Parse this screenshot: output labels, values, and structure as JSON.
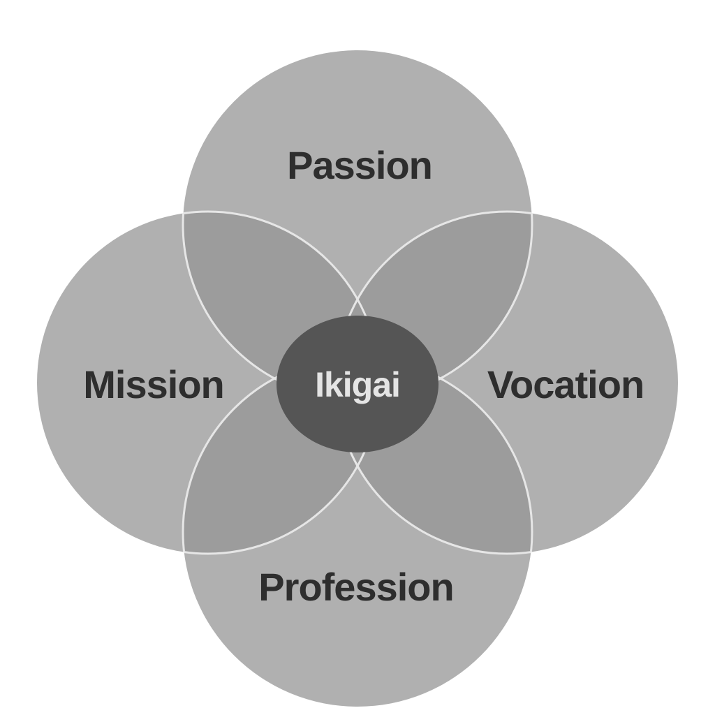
{
  "diagram": {
    "circles": [
      {
        "id": "passion",
        "label": "Passion"
      },
      {
        "id": "mission",
        "label": "Mission"
      },
      {
        "id": "vocation",
        "label": "Vocation"
      },
      {
        "id": "profession",
        "label": "Profession"
      }
    ],
    "center": {
      "label": "Ikigai"
    }
  },
  "colors": {
    "background": "#ffffff",
    "circle_fill": "#b0b0b0",
    "overlap_fill": "#9c9c9c",
    "outline": "#e6e6e6",
    "label_text": "#2e2e2e",
    "center_fill": "#555555",
    "center_text": "#e4e4e4"
  }
}
